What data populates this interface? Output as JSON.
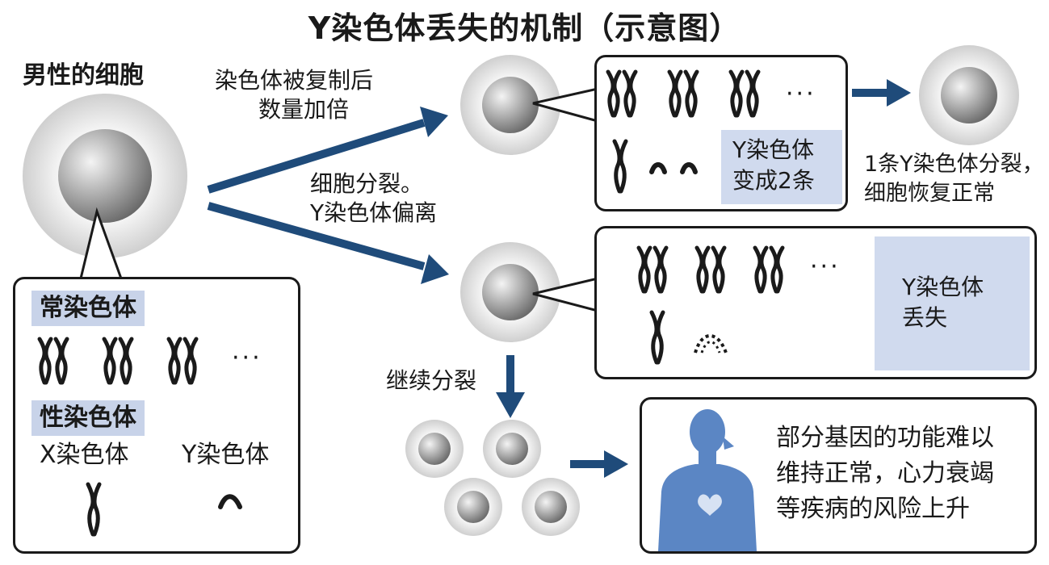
{
  "title": "Y染色体丢失的机制（示意图）",
  "male_cell": {
    "label": "男性的细胞",
    "autosome_tag": "常染色体",
    "sex_chromosome_tag": "性染色体",
    "x_label": "X染色体",
    "y_label": "Y染色体",
    "ellipsis": "···"
  },
  "branch_top": {
    "label_line1": "染色体被复制后",
    "label_line2": "数量加倍",
    "note_line1": "Y染色体",
    "note_line2": "变成2条",
    "ellipsis": "···"
  },
  "branch_bottom": {
    "label_line1": "细胞分裂。",
    "label_line2": "Y染色体偏离",
    "note_line1": "Y染色体",
    "note_line2": "丢失",
    "ellipsis": "···"
  },
  "recovery": {
    "line1": "1条Y染色体分裂，",
    "line2": "细胞恢复正常"
  },
  "continue_label": "继续分裂",
  "outcome": {
    "line1": "部分基因的功能难以",
    "line2": "维持正常，心力衰竭",
    "line3": "等疾病的风险上升"
  },
  "colors": {
    "arrow": "#1f4b7a",
    "tag": "#c8d3e9",
    "body": "#5b86c4",
    "heart": "#d7e2f3"
  }
}
